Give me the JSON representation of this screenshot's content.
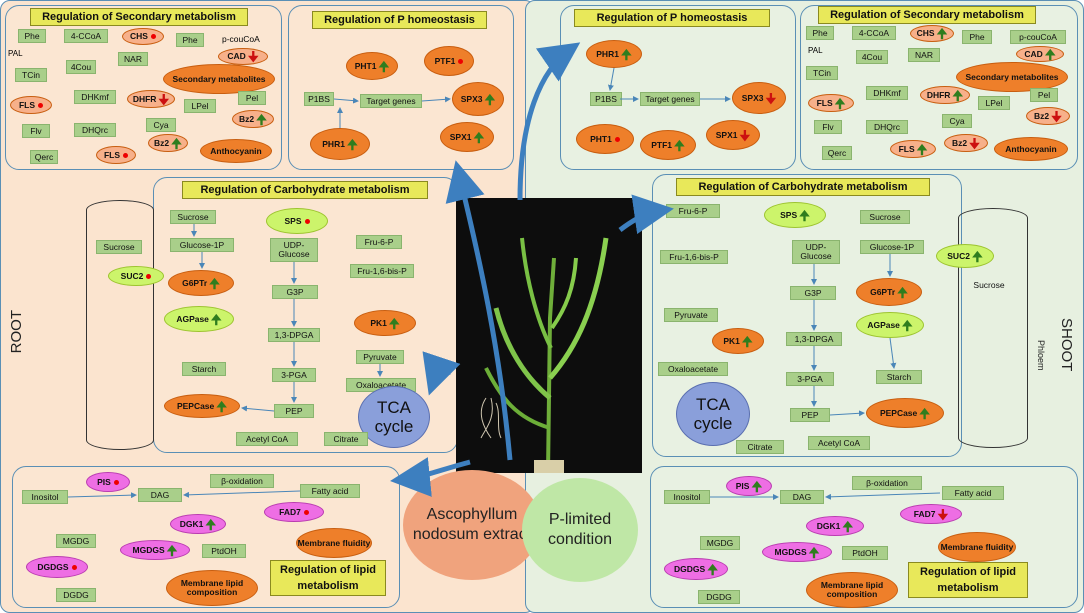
{
  "labels": {
    "root": "ROOT",
    "shoot": "SHOOT",
    "phloem": "Phloem",
    "extract": "Ascophyllum nodosum extract",
    "condition": "P-limited condition",
    "tca": "TCA cycle"
  },
  "titles": {
    "secondary": "Regulation of Secondary metabolism",
    "p_homeostasis": "Regulation of P homeostasis",
    "carbohydrate": "Regulation of Carbohydrate metabolism",
    "lipid": "Regulation of lipid metabolism"
  },
  "metabolites": {
    "phe": "Phe",
    "pal": "PAL",
    "ccoa4": "4-CCoA",
    "cou4": "4Cou",
    "tcin": "TCin",
    "nar": "NAR",
    "pcoucoa": "p-couCoA",
    "secondary": "Secondary metabolites",
    "dhkmf": "DHKmf",
    "lpel": "LPel",
    "pel": "Pel",
    "flv": "Flv",
    "dhqrc": "DHQrc",
    "cya": "Cya",
    "qerc": "Qerc",
    "anthocyanin": "Anthocyanin",
    "p1bs": "P1BS",
    "target_genes": "Target genes",
    "sucrose": "Sucrose",
    "glucose1p": "Glucose-1P",
    "udp": "UDP-Glucose",
    "fru6p": "Fru-6-P",
    "fru16": "Fru-1,6-bis-P",
    "g3p": "G3P",
    "dpga": "1,3-DPGA",
    "pga3": "3-PGA",
    "pyruvate": "Pyruvate",
    "oxaloacetate": "Oxaloacetate",
    "starch": "Starch",
    "pep": "PEP",
    "acetylcoa": "Acetyl CoA",
    "citrate": "Citrate",
    "inositol": "Inositol",
    "dag": "DAG",
    "boxidation": "β-oxidation",
    "fattyacid": "Fatty acid",
    "mgdg": "MGDG",
    "ptdoh": "PtdOH",
    "dgdg": "DGDG",
    "membrane_fluidity": "Membrane fluidity",
    "membrane_lipid": "Membrane lipid composition"
  },
  "genes": {
    "chs": "CHS",
    "cad": "CAD",
    "fls": "FLS",
    "dhfr": "DHFR",
    "bz2": "Bz2",
    "pht1": "PHT1",
    "ptf1": "PTF1",
    "spx3": "SPX3",
    "spx1": "SPX1",
    "phr1": "PHR1",
    "sps": "SPS",
    "suc2": "SUC2",
    "g6ptr": "G6PTr",
    "agpase": "AGPase",
    "pk1": "PK1",
    "pepcase": "PEPCase",
    "pis": "PIS",
    "dgk1": "DGK1",
    "fad7": "FAD7",
    "mgdgs": "MGDGS",
    "dgdgs": "DGDGS"
  },
  "legend_colors": {
    "up": "#2f7d1e",
    "down": "#cc1010",
    "nochange": "#e00000"
  },
  "symbols": {
    "up": "🠉",
    "down": "🠋",
    "nochange": "●"
  }
}
